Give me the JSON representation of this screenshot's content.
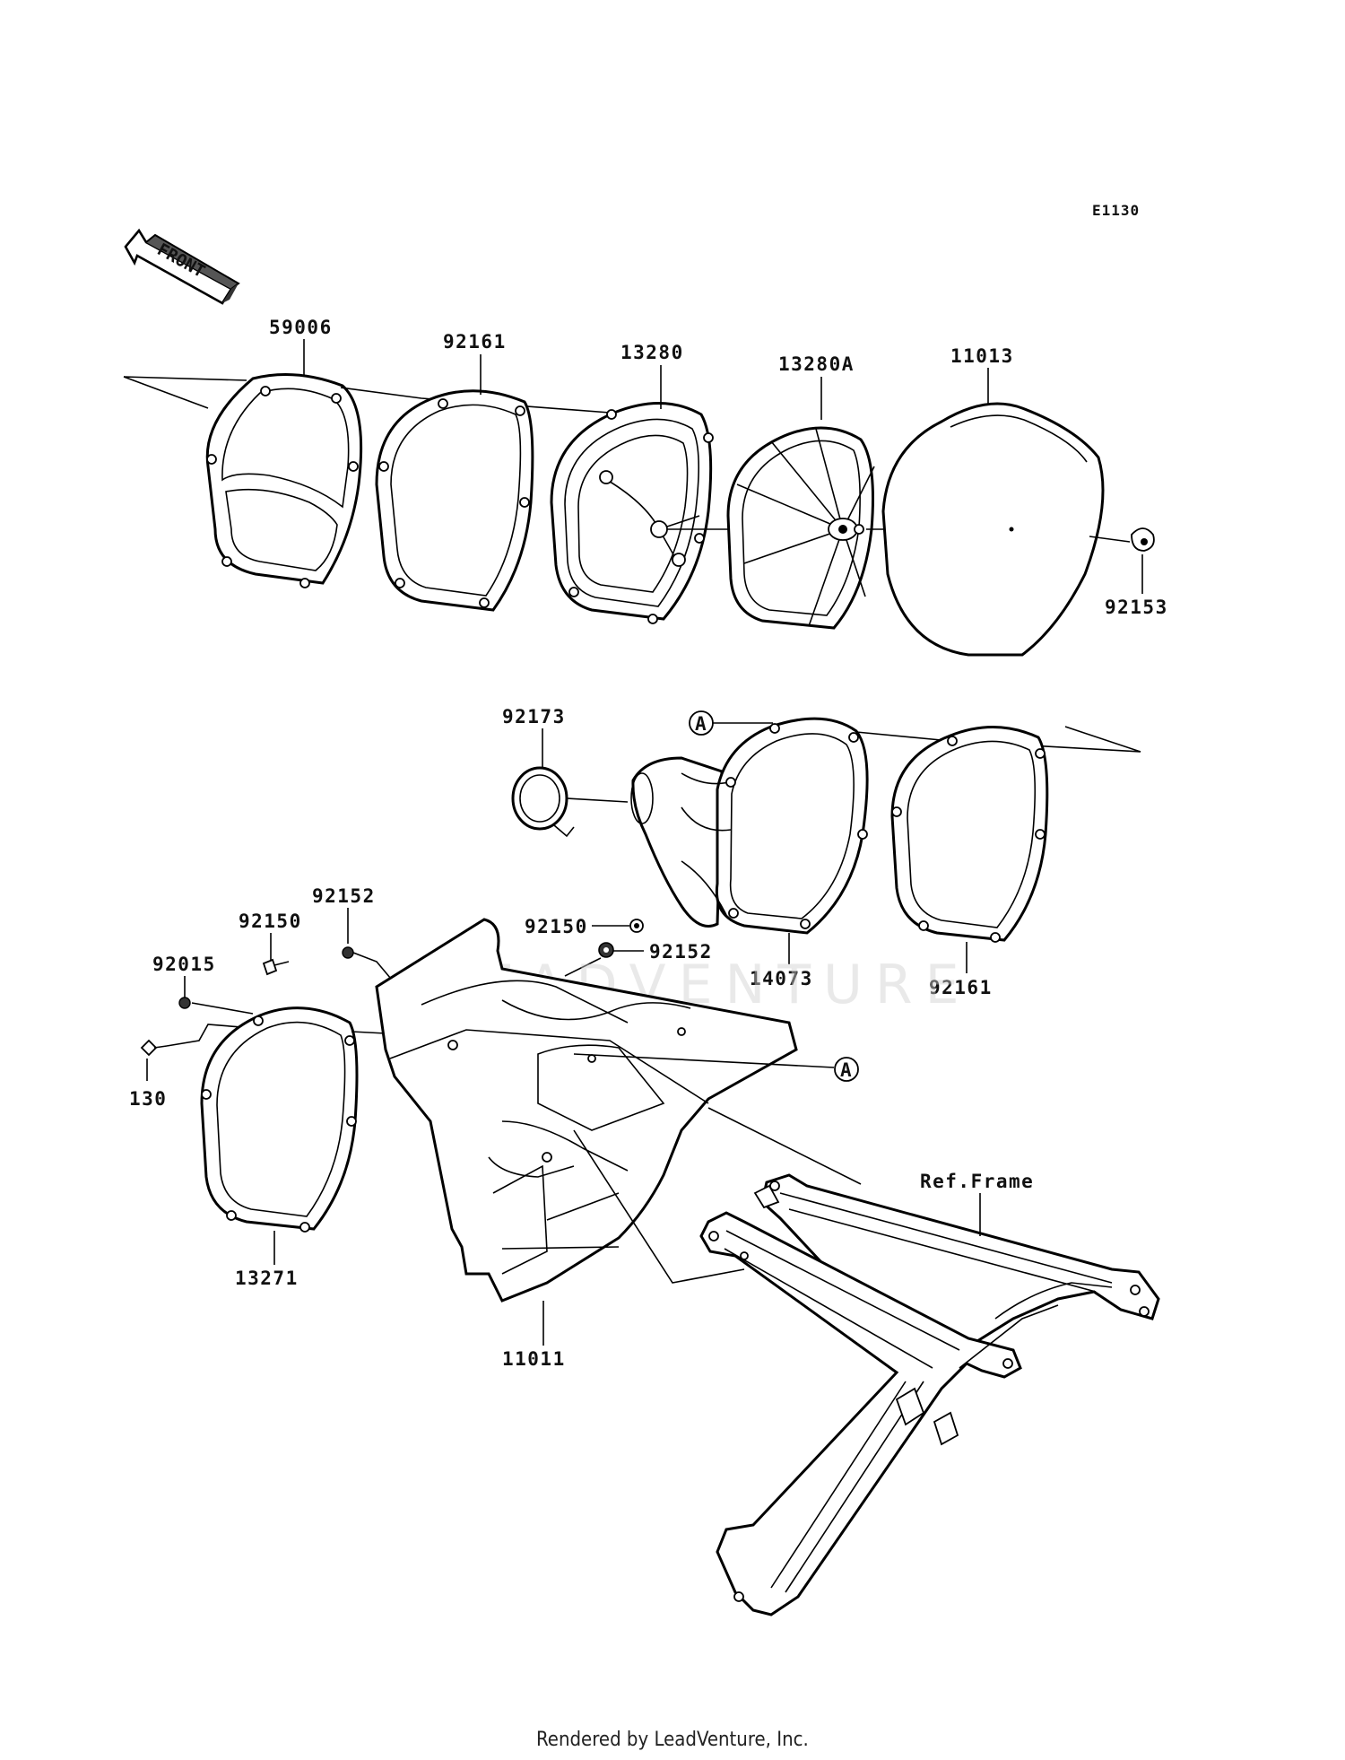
{
  "diagram_code": "E1130",
  "front_label": "FRONT",
  "watermark": "LEADVENTURE",
  "footer": "Rendered by LeadVenture, Inc.",
  "ref_marker": "A",
  "labels": {
    "p59006": "59006",
    "p92161_top": "92161",
    "p13280": "13280",
    "p13280A": "13280A",
    "p11013": "11013",
    "p92153": "92153",
    "p92173": "92173",
    "p14073": "14073",
    "p92161_mid": "92161",
    "p92152_a": "92152",
    "p92150_a": "92150",
    "p92150_b": "92150",
    "p92152_b": "92152",
    "p92015": "92015",
    "p130": "130",
    "p13271": "13271",
    "p11011": "11011",
    "ref_frame": "Ref.Frame"
  }
}
